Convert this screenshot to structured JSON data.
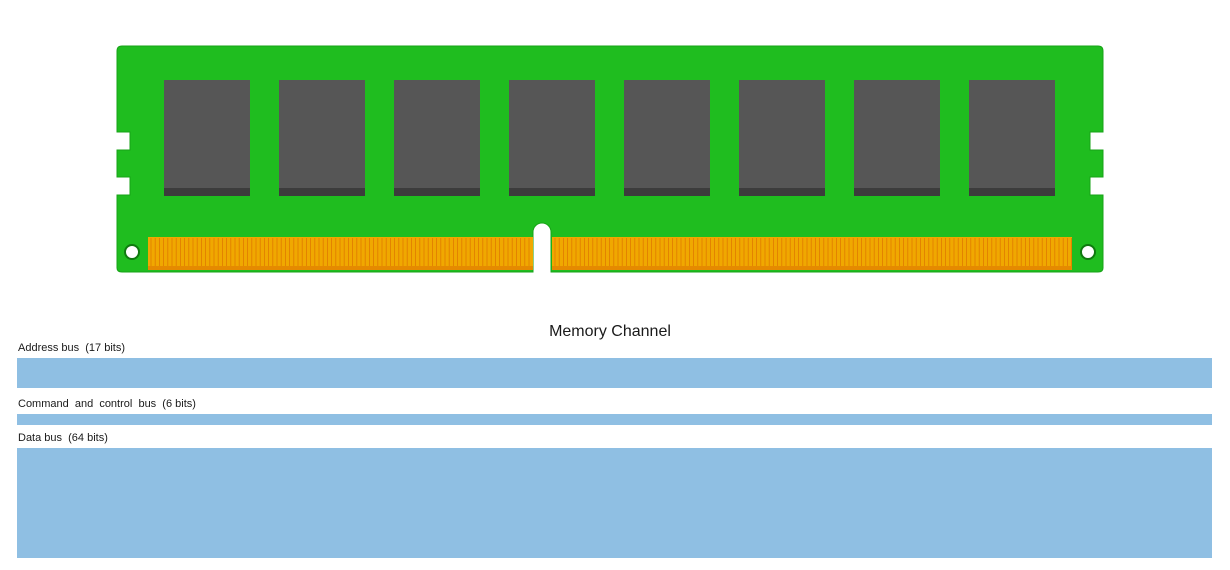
{
  "diagram": {
    "title": "Memory Channel",
    "module": {
      "chip_count": 8,
      "colors": {
        "pcb": "#1fbd1f",
        "chip": "#565656",
        "chip_shadow": "#3c3c3c",
        "pins": "#f0a800",
        "pin_dividers": "#e07a00"
      }
    },
    "buses": [
      {
        "label": "Address bus  (17 bits)",
        "bits": 17
      },
      {
        "label": "Command  and  control  bus  (6 bits)",
        "bits": 6
      },
      {
        "label": "Data bus  (64 bits)",
        "bits": 64
      }
    ],
    "bus_line_color": "#8fbfe3"
  }
}
